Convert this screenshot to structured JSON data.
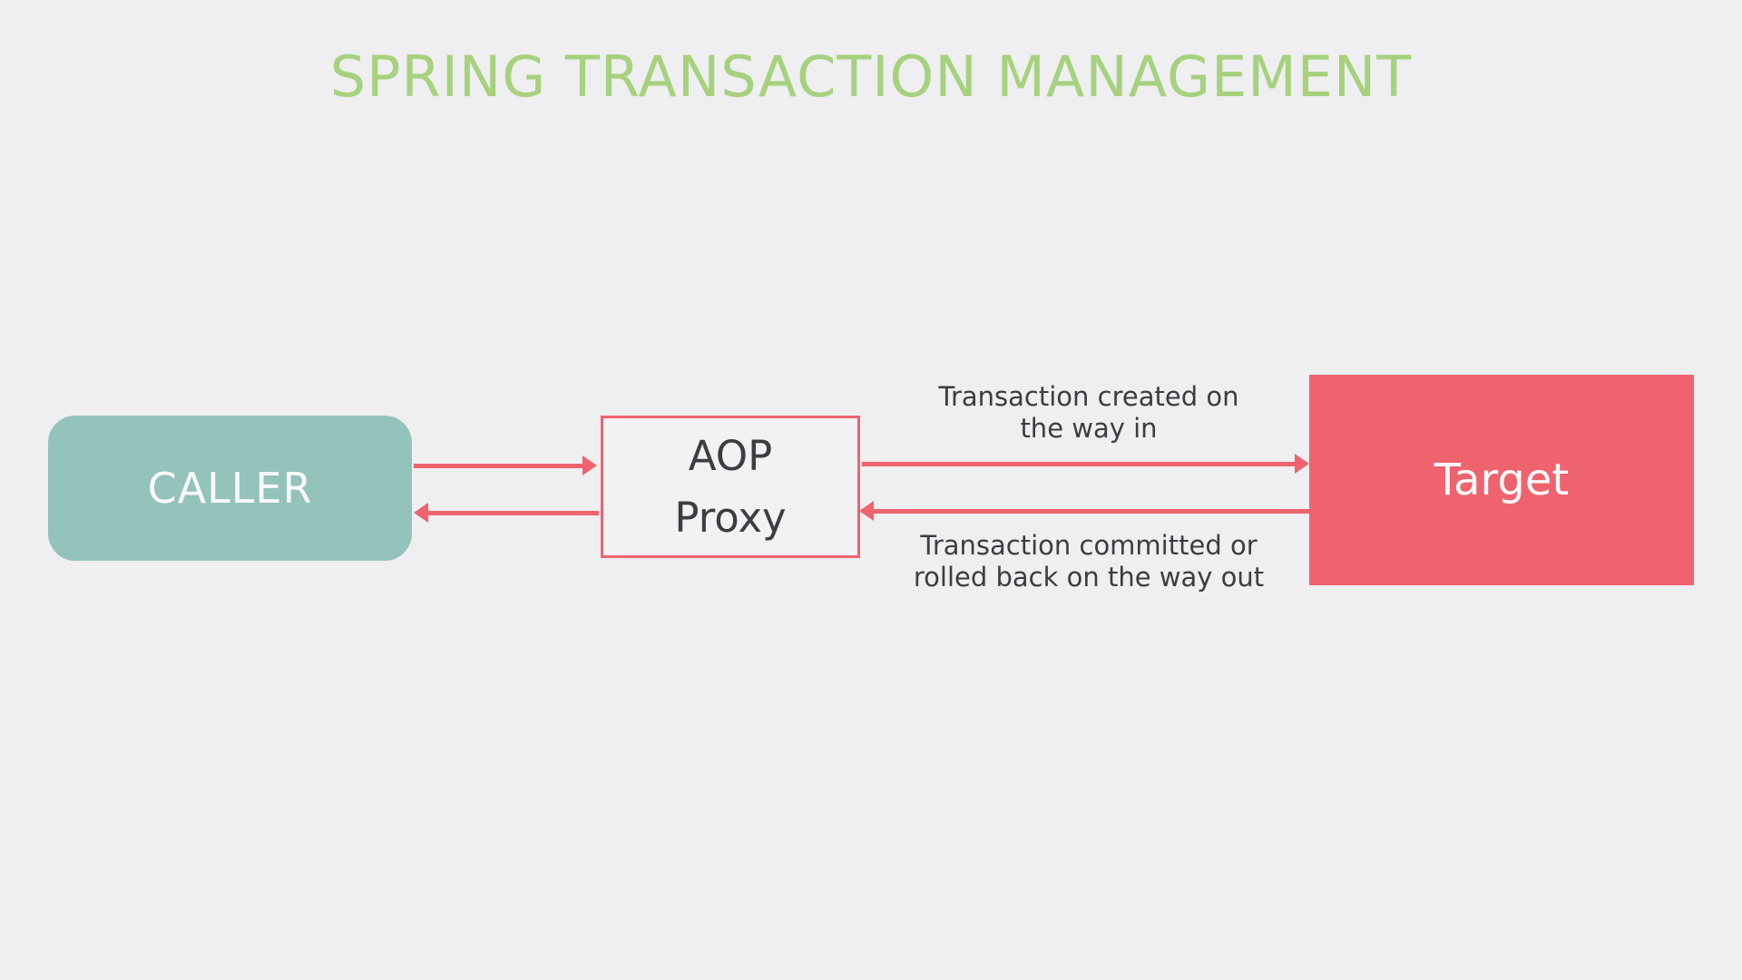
{
  "title": "SPRING TRANSACTION MANAGEMENT",
  "nodes": {
    "caller": {
      "label": "CALLER"
    },
    "aop_proxy": {
      "line1": "AOP",
      "line2": "Proxy"
    },
    "target": {
      "label": "Target"
    }
  },
  "annotations": {
    "way_in": {
      "line1": "Transaction created on",
      "line2": "the way in"
    },
    "way_out": {
      "line1": "Transaction committed or",
      "line2": "rolled back on the way out"
    }
  },
  "colors": {
    "background": "#efeef0",
    "title_green": "#a6d27e",
    "caller_fill": "#93c3ba",
    "arrow_red": "#ee636e",
    "proxy_fill": "#f3f1f4",
    "target_fill": "#ee636e",
    "text_dark": "#3d3c40",
    "text_light": "#fafafa"
  }
}
